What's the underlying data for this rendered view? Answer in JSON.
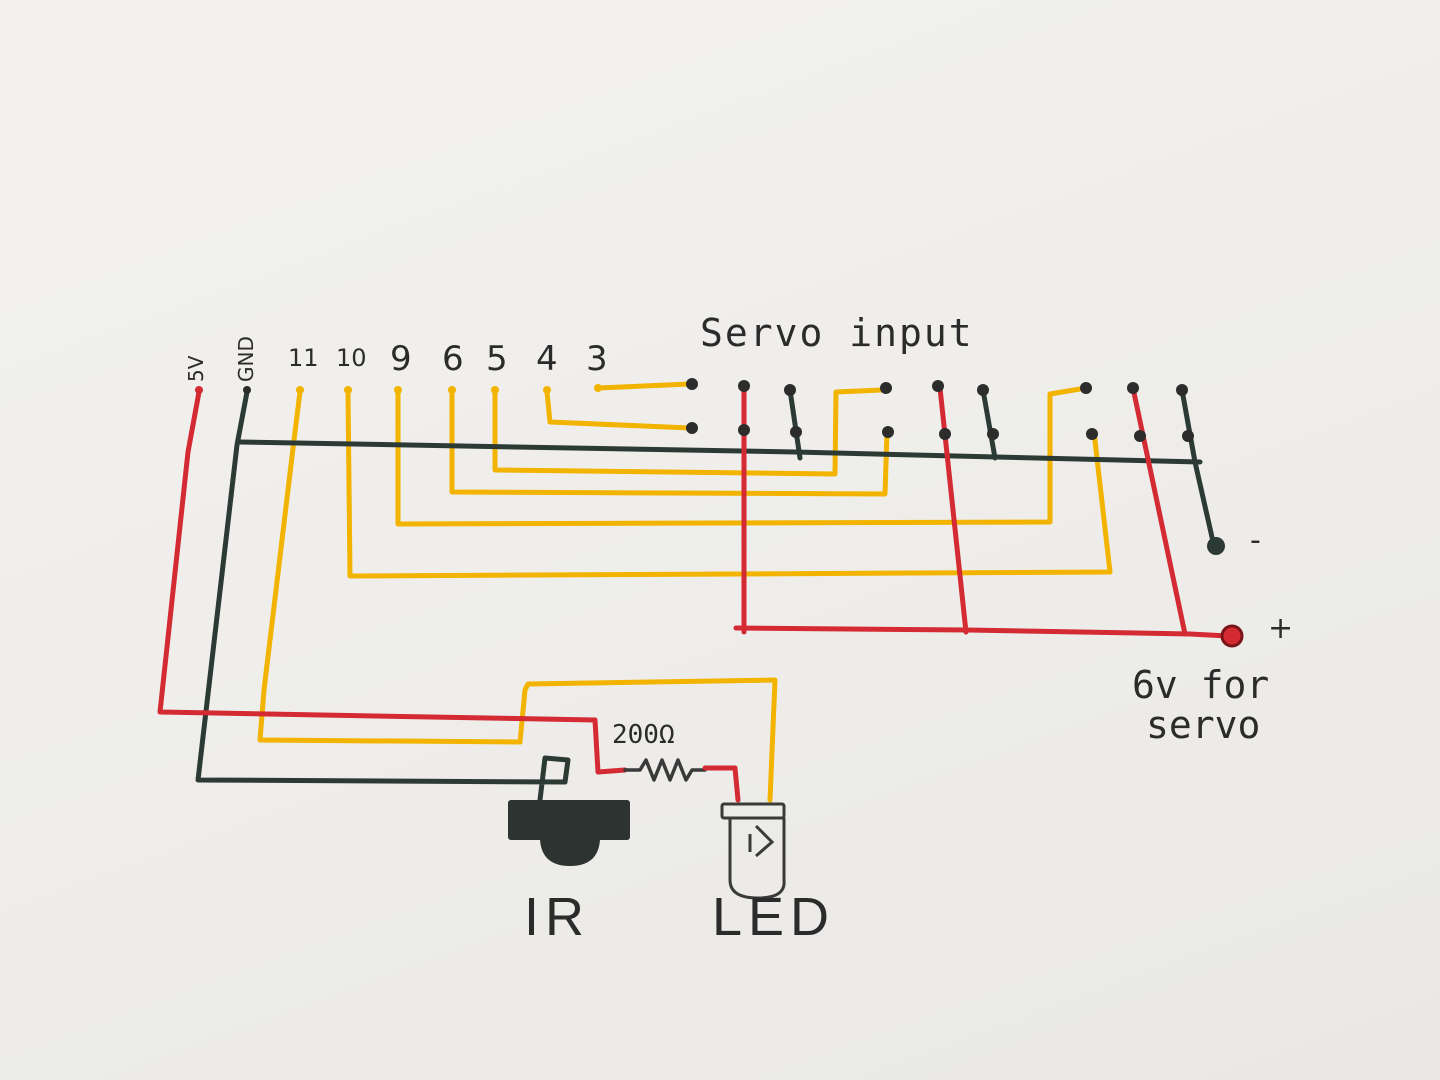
{
  "title": "Servo input",
  "pins": [
    {
      "id": "5v",
      "label": "5V"
    },
    {
      "id": "gnd",
      "label": "GND"
    },
    {
      "id": "p11",
      "label": "11"
    },
    {
      "id": "p10",
      "label": "10"
    },
    {
      "id": "p9",
      "label": "9"
    },
    {
      "id": "p6",
      "label": "6"
    },
    {
      "id": "p5",
      "label": "5"
    },
    {
      "id": "p4",
      "label": "4"
    },
    {
      "id": "p3",
      "label": "3"
    }
  ],
  "power": {
    "minus": "-",
    "plus": "+",
    "note_line1": "6v for",
    "note_line2": "servo"
  },
  "components": {
    "ir": "IR",
    "led": "LED",
    "resistor": "200Ω"
  },
  "colors": {
    "red": "#d42a34",
    "black": "#2c3a36",
    "yellow": "#f2b400",
    "paper": "#f0efec"
  }
}
